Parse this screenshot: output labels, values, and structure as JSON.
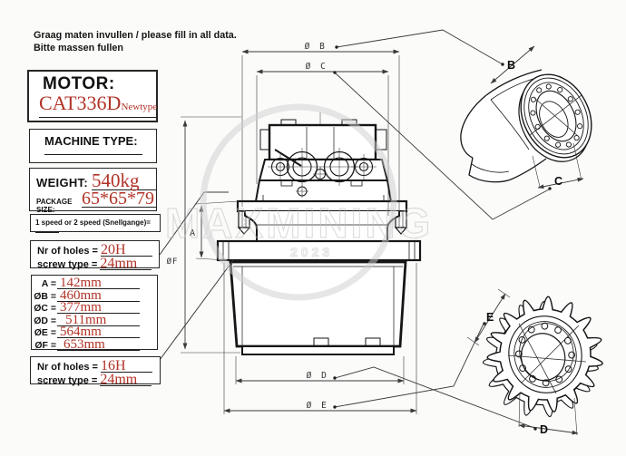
{
  "header": {
    "line1": "Graag maten invullen / please fill in all data.",
    "line2": "Bitte massen fullen"
  },
  "motor_box": {
    "label": "MOTOR:",
    "value": "CAT336D",
    "value_note": "Newtype"
  },
  "machine_box": {
    "label": "MACHINE TYPE:"
  },
  "weight_box": {
    "label": "WEIGHT:",
    "value": "540kg",
    "package_label": "PACKAGE SIZE:",
    "package_value": "65*65*79"
  },
  "speed_box": {
    "label": "1 speed or 2 speed (Snellgange)="
  },
  "holes_top_box": {
    "holes_label": "Nr of holes =",
    "holes_value": "20H",
    "screw_label": "screw type =",
    "screw_value": "24mm"
  },
  "dimensions_box": {
    "rows": [
      {
        "label": "A =",
        "value": "142mm"
      },
      {
        "label": "ØB =",
        "value": "460mm"
      },
      {
        "label": "ØC =",
        "value": "377mm"
      },
      {
        "label": "ØD =",
        "value": "511mm"
      },
      {
        "label": "ØE =",
        "value": "564mm"
      },
      {
        "label": "ØF =",
        "value": "653mm"
      }
    ]
  },
  "holes_bottom_box": {
    "holes_label": "Nr of holes =",
    "holes_value": "16H",
    "screw_label": "screw type =",
    "screw_value": "24mm"
  },
  "drawing": {
    "dim_a": "A",
    "dim_b": "Ø B",
    "dim_c": "Ø C",
    "dim_d": "Ø D",
    "dim_e": "Ø E",
    "dim_f": "ØF",
    "callout_b": "B",
    "callout_c": "C",
    "callout_d": "D",
    "callout_e": "E"
  },
  "watermark": {
    "text": "MAXMINING",
    "year": "2023"
  },
  "colors": {
    "accent_red": "#b13327",
    "line": "#1a1a1a",
    "dim": "#3a3a3a",
    "watermark": "#cccccc"
  }
}
